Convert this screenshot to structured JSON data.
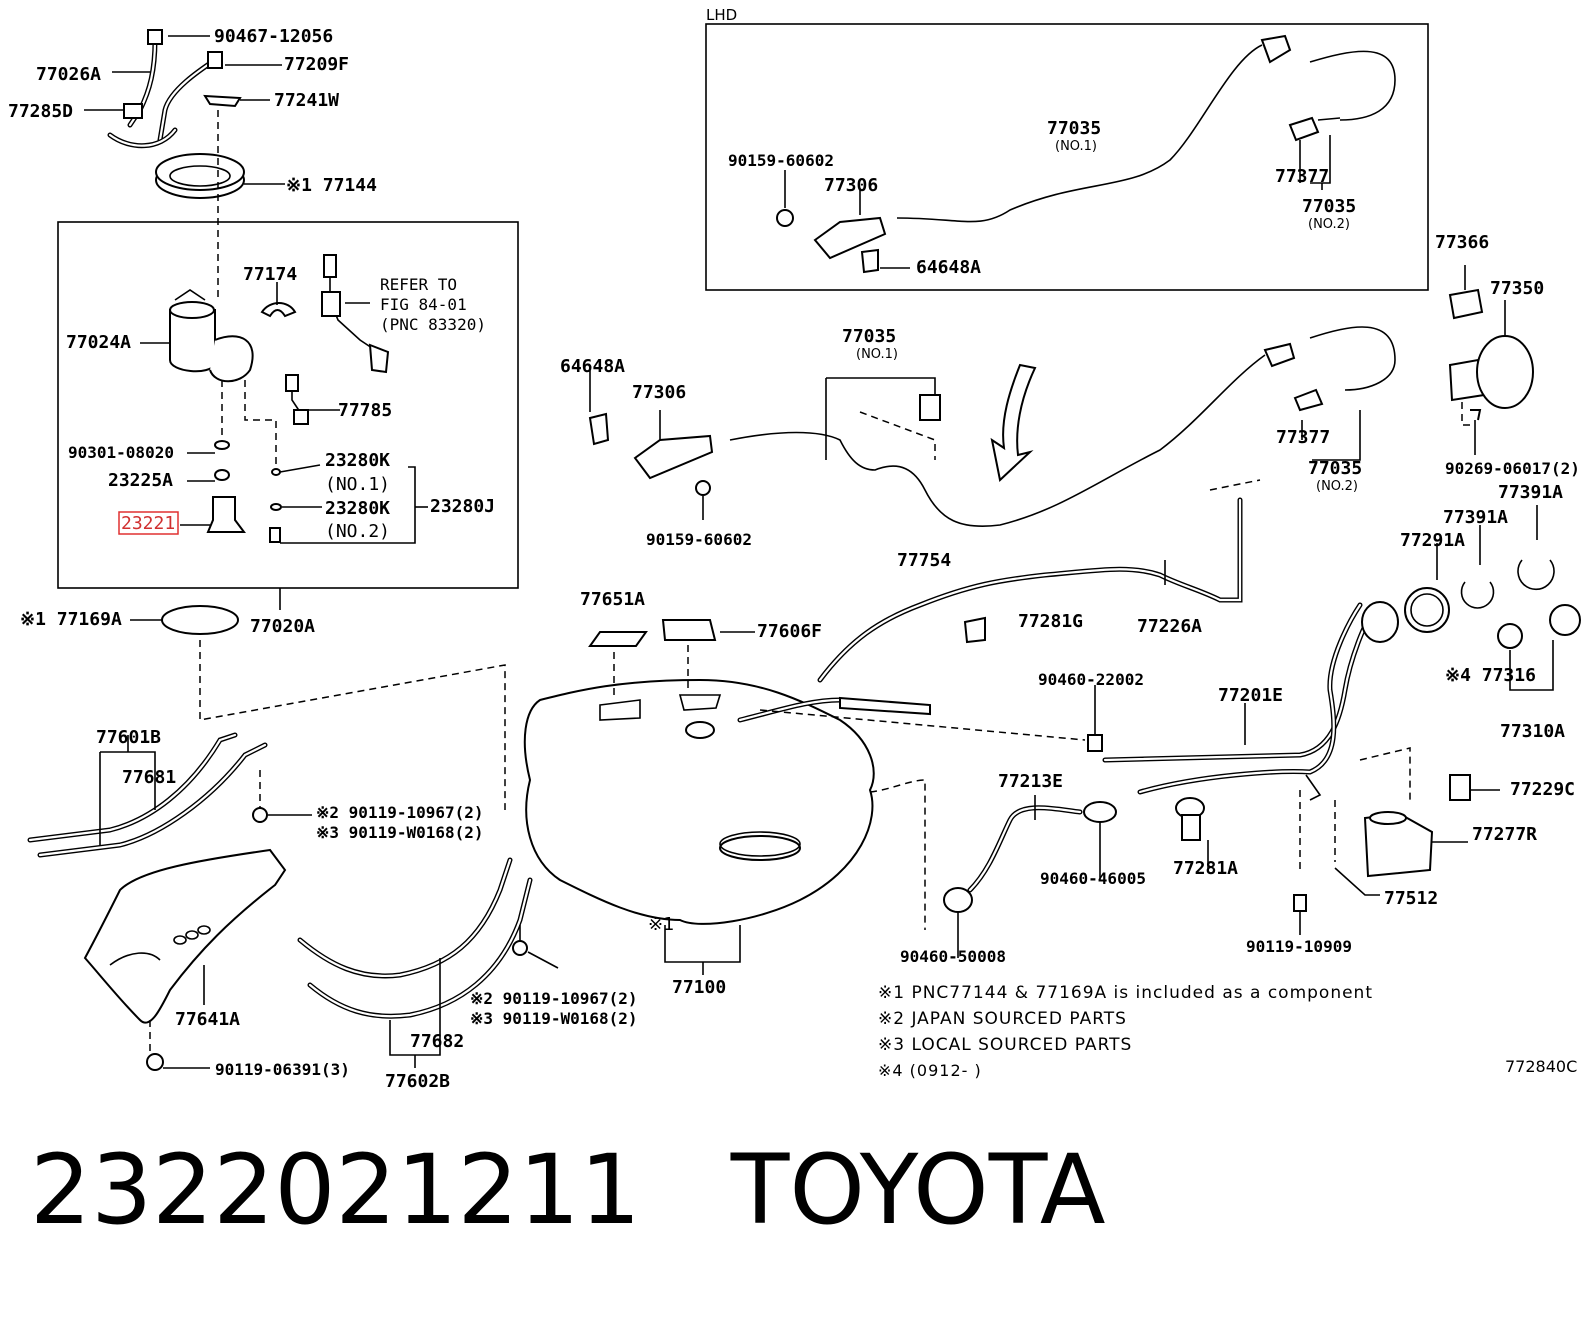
{
  "labels": {
    "p90467": "90467-12056",
    "p77026A": "77026A",
    "p77209F": "77209F",
    "p77285D": "77285D",
    "p77241W": "77241W",
    "p77144": "※1 77144",
    "p77174": "77174",
    "refer1": "REFER TO",
    "refer2": "FIG 84-01",
    "refer3": "(PNC 83320)",
    "p77024A": "77024A",
    "p77785": "77785",
    "p90301": "90301-08020",
    "p23225A": "23225A",
    "p23280K1": "23280K",
    "no1a": "(NO.1)",
    "p23280K2": "23280K",
    "no2a": "(NO.2)",
    "p23280J": "23280J",
    "p23221": "23221",
    "p77169A": "※1 77169A",
    "p77020A": "77020A",
    "lhd": "LHD",
    "p77035a": "77035",
    "no1b": "(NO.1)",
    "p90159a": "90159-60602",
    "p77306a": "77306",
    "p77377a": "77377",
    "p77035b": "77035",
    "no2b": "(NO.2)",
    "p64648Aa": "64648A",
    "p77366": "77366",
    "p77350": "77350",
    "p77035c": "77035",
    "no1c": "(NO.1)",
    "p64648Ab": "64648A",
    "p77306b": "77306",
    "p77377b": "77377",
    "p77035d": "77035",
    "no2c": "(NO.2)",
    "p90159b": "90159-60602",
    "p90269": "90269-06017(2)",
    "p77391A1": "77391A",
    "p77391A2": "77391A",
    "p77291A": "77291A",
    "p77754": "77754",
    "p77281G": "77281G",
    "p77226A": "77226A",
    "p77651A": "77651A",
    "p77606F": "77606F",
    "p90460a": "90460-22002",
    "p77201E": "77201E",
    "p77316": "※4 77316",
    "p77310A": "77310A",
    "p77601B": "77601B",
    "p77681": "77681",
    "p90119a2": "※2 90119-10967(2)",
    "p90119a3": "※3 90119-W0168(2)",
    "p77213E": "77213E",
    "p77229C": "77229C",
    "p77277R": "77277R",
    "p90460b": "90460-46005",
    "p77281A": "77281A",
    "p77512": "77512",
    "p77641A": "77641A",
    "p90460c": "90460-50008",
    "p90119b": "90119-10909",
    "p77100": "77100",
    "star1": "※1",
    "p90119c2": "※2 90119-10967(2)",
    "p90119c3": "※3 90119-W0168(2)",
    "p77682": "77682",
    "p77602B": "77602B",
    "p90119d": "90119-06391(3)",
    "diagram_id": "772840C"
  },
  "notes": {
    "n1": "※1 PNC77144 & 77169A is included as a component",
    "n2": "※2 JAPAN SOURCED PARTS",
    "n3": "※3 LOCAL SOURCED PARTS",
    "n4": "※4 (0912-      )"
  },
  "footer": {
    "part_number": "2322021211",
    "brand": "TOYOTA"
  },
  "highlight_color": "#e03030"
}
